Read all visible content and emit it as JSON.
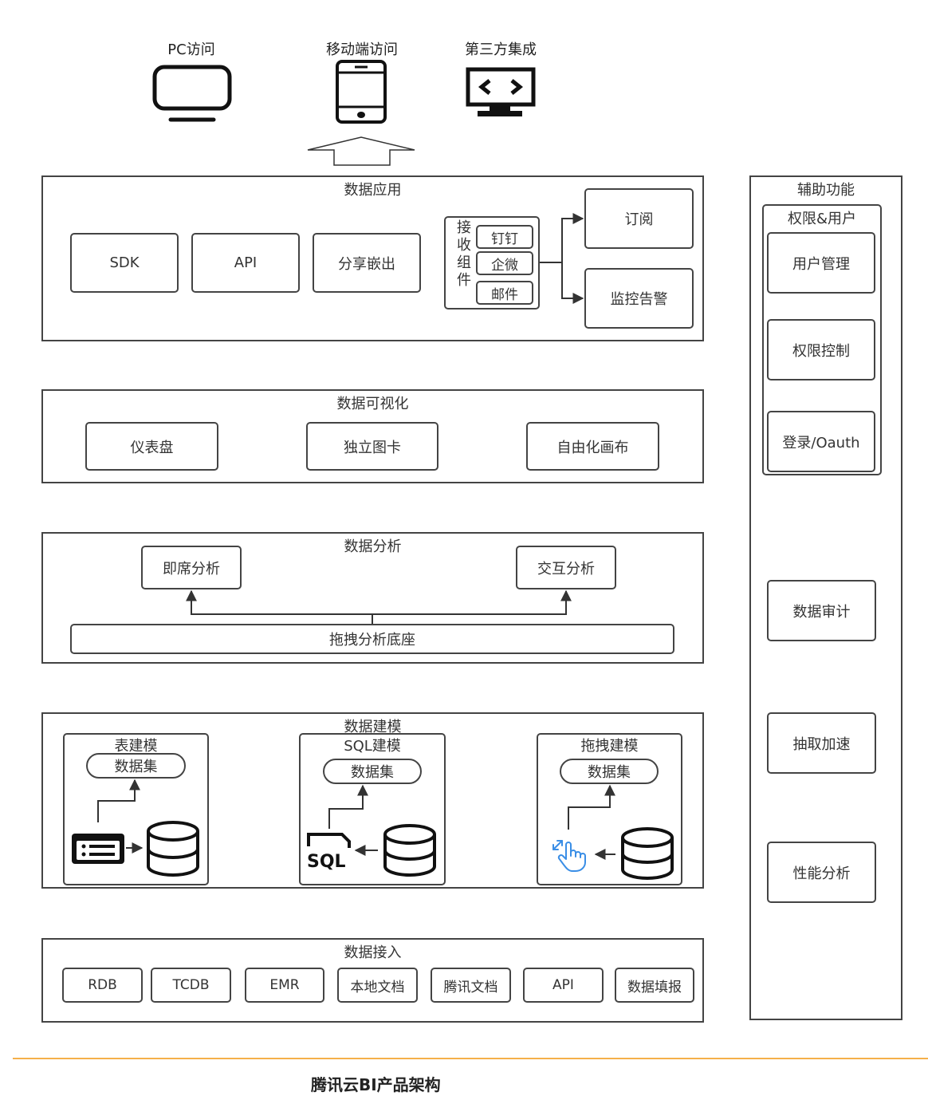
{
  "access": {
    "items": [
      {
        "label": "PC访问",
        "icon": "monitor-icon"
      },
      {
        "label": "移动端访问",
        "icon": "mobile-phone-icon"
      },
      {
        "label": "第三方集成",
        "icon": "code-screen-icon"
      }
    ]
  },
  "app_layer": {
    "title": "数据应用",
    "boxes": [
      "SDK",
      "API",
      "分享嵌出"
    ],
    "receivers": {
      "label": "接收组件",
      "chars": [
        "接",
        "收",
        "组",
        "件"
      ],
      "items": [
        "钉钉",
        "企微",
        "邮件"
      ]
    },
    "outputs": [
      "订阅",
      "监控告警"
    ]
  },
  "viz_layer": {
    "title": "数据可视化",
    "boxes": [
      "仪表盘",
      "独立图卡",
      "自由化画布"
    ]
  },
  "analysis_layer": {
    "title": "数据分析",
    "top": [
      "即席分析",
      "交互分析"
    ],
    "base": "拖拽分析底座"
  },
  "modeling_layer": {
    "title": "数据建模",
    "groups": [
      {
        "title": "表建模",
        "dataset": "数据集",
        "source_icon": "table-form-icon"
      },
      {
        "title": "SQL建模",
        "dataset": "数据集",
        "source_icon": "sql-file-icon",
        "sql_text": "SQL"
      },
      {
        "title": "拖拽建模",
        "dataset": "数据集",
        "source_icon": "drag-hand-icon"
      }
    ]
  },
  "ingest_layer": {
    "title": "数据接入",
    "sources": [
      "RDB",
      "TCDB",
      "EMR",
      "本地文档",
      "腾讯文档",
      "API",
      "数据填报"
    ]
  },
  "aux": {
    "title": "辅助功能",
    "group": {
      "title": "权限&用户",
      "items": [
        "用户管理",
        "权限控制",
        "登录/Oauth"
      ]
    },
    "items": [
      "数据审计",
      "抽取加速",
      "性能分析"
    ]
  },
  "caption": "腾讯云BI产品架构",
  "colors": {
    "accent_rule": "#f5b04a",
    "drag_icon": "#3a8ee6",
    "line": "#444444"
  }
}
